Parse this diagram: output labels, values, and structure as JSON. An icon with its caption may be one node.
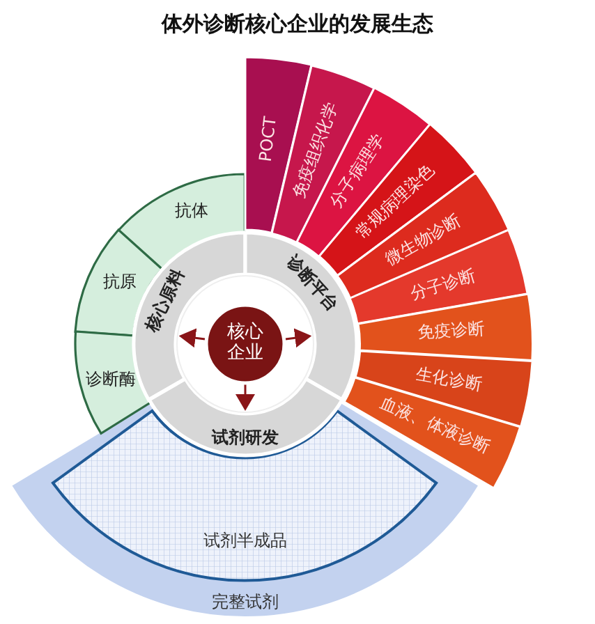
{
  "diagram": {
    "title": "体外诊断核心企业的发展生态",
    "nodes": [
      {
        "text": [
          "核心企业"
        ]
      },
      {
        "text": [
          "核心原料"
        ]
      },
      {
        "text": [
          "诊断平台"
        ]
      },
      {
        "text": [
          "试剂研发"
        ]
      },
      {
        "text": [
          "抗体"
        ]
      },
      {
        "text": [
          "抗原"
        ]
      },
      {
        "text": [
          "诊断酶"
        ]
      },
      {
        "text": [
          "POCT"
        ]
      },
      {
        "text": [
          "免疫组织化学"
        ]
      },
      {
        "text": [
          "分子病理学"
        ]
      },
      {
        "text": [
          "常规病理染色"
        ]
      },
      {
        "text": [
          "微生物诊断"
        ]
      },
      {
        "text": [
          "分子诊断"
        ]
      },
      {
        "text": [
          "免疫诊断"
        ]
      },
      {
        "text": [
          "生化诊断"
        ]
      },
      {
        "text": [
          "血液、体液诊断"
        ]
      },
      {
        "text": [
          "完整试剂"
        ]
      },
      {
        "text": [
          "试剂半成品"
        ],
        "in": 16
      }
    ],
    "edges": [
      {
        "from": 0,
        "to": 1,
        "arrow": "to"
      },
      {
        "from": 0,
        "to": 2,
        "arrow": "to"
      },
      {
        "from": 0,
        "to": 3,
        "arrow": "to"
      }
    ]
  }
}
